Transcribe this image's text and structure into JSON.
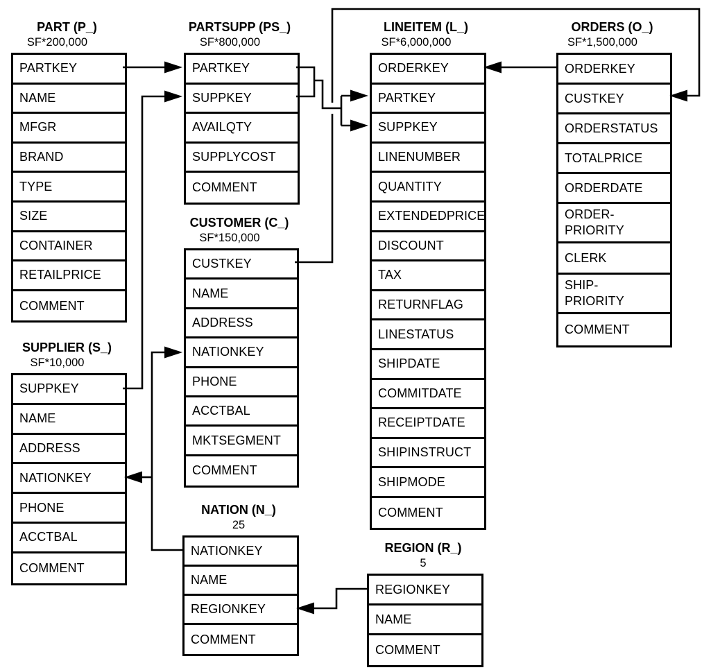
{
  "diagram": {
    "kind": "database-schema-diagram"
  },
  "colors": {
    "line": "#000000",
    "background": "#ffffff",
    "box_fill": "#ffffff",
    "text": "#000000"
  },
  "tables": [
    {
      "id": "part",
      "title": "PART (P_)",
      "cardinality": "SF*200,000",
      "columns": [
        "PARTKEY",
        "NAME",
        "MFGR",
        "BRAND",
        "TYPE",
        "SIZE",
        "CONTAINER",
        "RETAILPRICE",
        "COMMENT"
      ]
    },
    {
      "id": "partsupp",
      "title": "PARTSUPP (PS_)",
      "cardinality": "SF*800,000",
      "columns": [
        "PARTKEY",
        "SUPPKEY",
        "AVAILQTY",
        "SUPPLYCOST",
        "COMMENT"
      ]
    },
    {
      "id": "lineitem",
      "title": "LINEITEM (L_)",
      "cardinality": "SF*6,000,000",
      "columns": [
        "ORDERKEY",
        "PARTKEY",
        "SUPPKEY",
        "LINENUMBER",
        "QUANTITY",
        "EXTENDEDPRICE",
        "DISCOUNT",
        "TAX",
        "RETURNFLAG",
        "LINESTATUS",
        "SHIPDATE",
        "COMMITDATE",
        "RECEIPTDATE",
        "SHIPINSTRUCT",
        "SHIPMODE",
        "COMMENT"
      ]
    },
    {
      "id": "orders",
      "title": "ORDERS (O_)",
      "cardinality": "SF*1,500,000",
      "columns": [
        "ORDERKEY",
        "CUSTKEY",
        "ORDERSTATUS",
        "TOTALPRICE",
        "ORDERDATE",
        "ORDER-\nPRIORITY",
        "CLERK",
        "SHIP-\nPRIORITY",
        "COMMENT"
      ]
    },
    {
      "id": "customer",
      "title": "CUSTOMER (C_)",
      "cardinality": "SF*150,000",
      "columns": [
        "CUSTKEY",
        "NAME",
        "ADDRESS",
        "NATIONKEY",
        "PHONE",
        "ACCTBAL",
        "MKTSEGMENT",
        "COMMENT"
      ]
    },
    {
      "id": "supplier",
      "title": "SUPPLIER (S_)",
      "cardinality": "SF*10,000",
      "columns": [
        "SUPPKEY",
        "NAME",
        "ADDRESS",
        "NATIONKEY",
        "PHONE",
        "ACCTBAL",
        "COMMENT"
      ]
    },
    {
      "id": "nation",
      "title": "NATION (N_)",
      "cardinality": "25",
      "columns": [
        "NATIONKEY",
        "NAME",
        "REGIONKEY",
        "COMMENT"
      ]
    },
    {
      "id": "region",
      "title": "REGION (R_)",
      "cardinality": "5",
      "columns": [
        "REGIONKEY",
        "NAME",
        "COMMENT"
      ]
    }
  ],
  "relationships": [
    {
      "from": "PART.PARTKEY",
      "to": "PARTSUPP.PARTKEY"
    },
    {
      "from": "SUPPLIER.SUPPKEY",
      "to": "PARTSUPP.SUPPKEY"
    },
    {
      "from": "PARTSUPP.PARTKEY",
      "to": "LINEITEM.PARTKEY"
    },
    {
      "from": "PARTSUPP.SUPPKEY",
      "to": "LINEITEM.SUPPKEY"
    },
    {
      "from": "ORDERS.ORDERKEY",
      "to": "LINEITEM.ORDERKEY"
    },
    {
      "from": "CUSTOMER.CUSTKEY",
      "to": "ORDERS.CUSTKEY"
    },
    {
      "from": "NATION.NATIONKEY",
      "to": "CUSTOMER.NATIONKEY"
    },
    {
      "from": "NATION.NATIONKEY",
      "to": "SUPPLIER.NATIONKEY"
    },
    {
      "from": "REGION.REGIONKEY",
      "to": "NATION.REGIONKEY"
    }
  ]
}
